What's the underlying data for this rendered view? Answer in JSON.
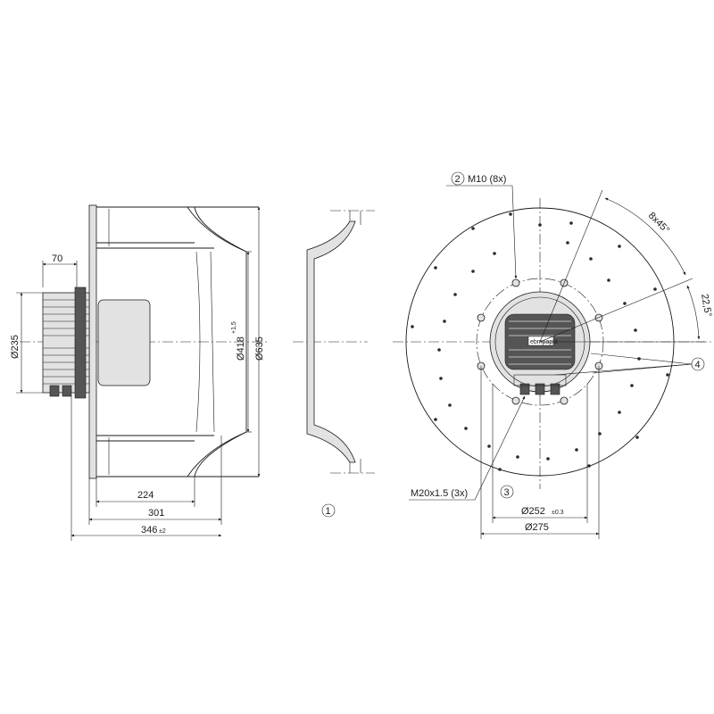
{
  "side_view": {
    "dim_motor_depth": "70",
    "dim_motor_dia": "Ø235",
    "dim_inlet_dia": "Ø418",
    "dim_inlet_tol": "+1,5",
    "dim_outer_dia": "Ø635",
    "dim_224": "224",
    "dim_301": "301",
    "dim_346": "346",
    "dim_346_tol": "±2"
  },
  "inlet_ring": {
    "callout": "1"
  },
  "front_view": {
    "callout_2": "2",
    "label_m10": "M10 (8x)",
    "label_angle": "8x45°",
    "label_angle_offset": "22,5°",
    "callout_4": "4",
    "label_m20": "M20x1.5 (3x)",
    "callout_3": "3",
    "dim_252": "Ø252",
    "dim_252_tol": "±0.3",
    "dim_275": "Ø275",
    "nameplate": "ebmpapst"
  }
}
